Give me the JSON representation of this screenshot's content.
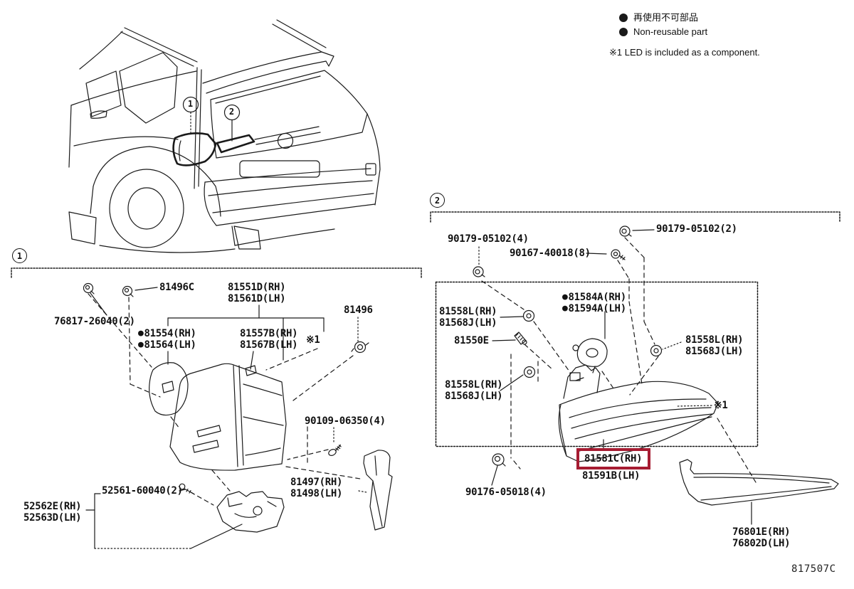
{
  "meta": {
    "drawing_code": "817507C"
  },
  "icons": {
    "non_reusable_dot": "●"
  },
  "legend": {
    "jp": "再使用不可部品",
    "en": "Non-reusable part",
    "note": "※1 LED is included as a component."
  },
  "callouts": {
    "one": "1",
    "two": "2"
  },
  "highlight_color": "#a61c32",
  "section1": {
    "marker": "1",
    "labels": {
      "screw_76817": "76817-26040(2)",
      "clip_81496c": "81496C",
      "lamp_assy": {
        "rh": "81551D(RH)",
        "lh": "81561D(LH)"
      },
      "lens_body": {
        "rh": "81554(RH)",
        "lh": "81564(LH)"
      },
      "socket_cover": {
        "rh": "81557B(RH)",
        "lh": "81567B(LH)"
      },
      "led_note_ref": "※1",
      "clip_81496": "81496",
      "screw_90109": "90109-06350(4)",
      "seal": {
        "rh": "81497(RH)",
        "lh": "81498(LH)"
      },
      "screw_52561": "52561-60040(2)",
      "bracket": {
        "rh": "52562E(RH)",
        "lh": "52563D(LH)"
      }
    }
  },
  "section2": {
    "marker": "2",
    "labels": {
      "screw_90179_4": "90179-05102(4)",
      "screw_90167_8": "90167-40018(8)",
      "screw_90179_2": "90179-05102(2)",
      "grommet_a": {
        "rh": "81558L(RH)",
        "lh": "81568J(LH)"
      },
      "stud": "81550E",
      "gasket": {
        "rh": "81584A(RH)",
        "lh": "81594A(LH)"
      },
      "grommet_b": {
        "rh": "81558L(RH)",
        "lh": "81568J(LH)"
      },
      "grommet_c": {
        "rh": "81558L(RH)",
        "lh": "81568J(LH)"
      },
      "led_note_ref": "※1",
      "lamp_unit_rh": "81581C(RH)",
      "lamp_unit_lh": "81591B(LH)",
      "screw_90176": "90176-05018(4)",
      "garnish": {
        "rh": "76801E(RH)",
        "lh": "76802D(LH)"
      }
    }
  }
}
